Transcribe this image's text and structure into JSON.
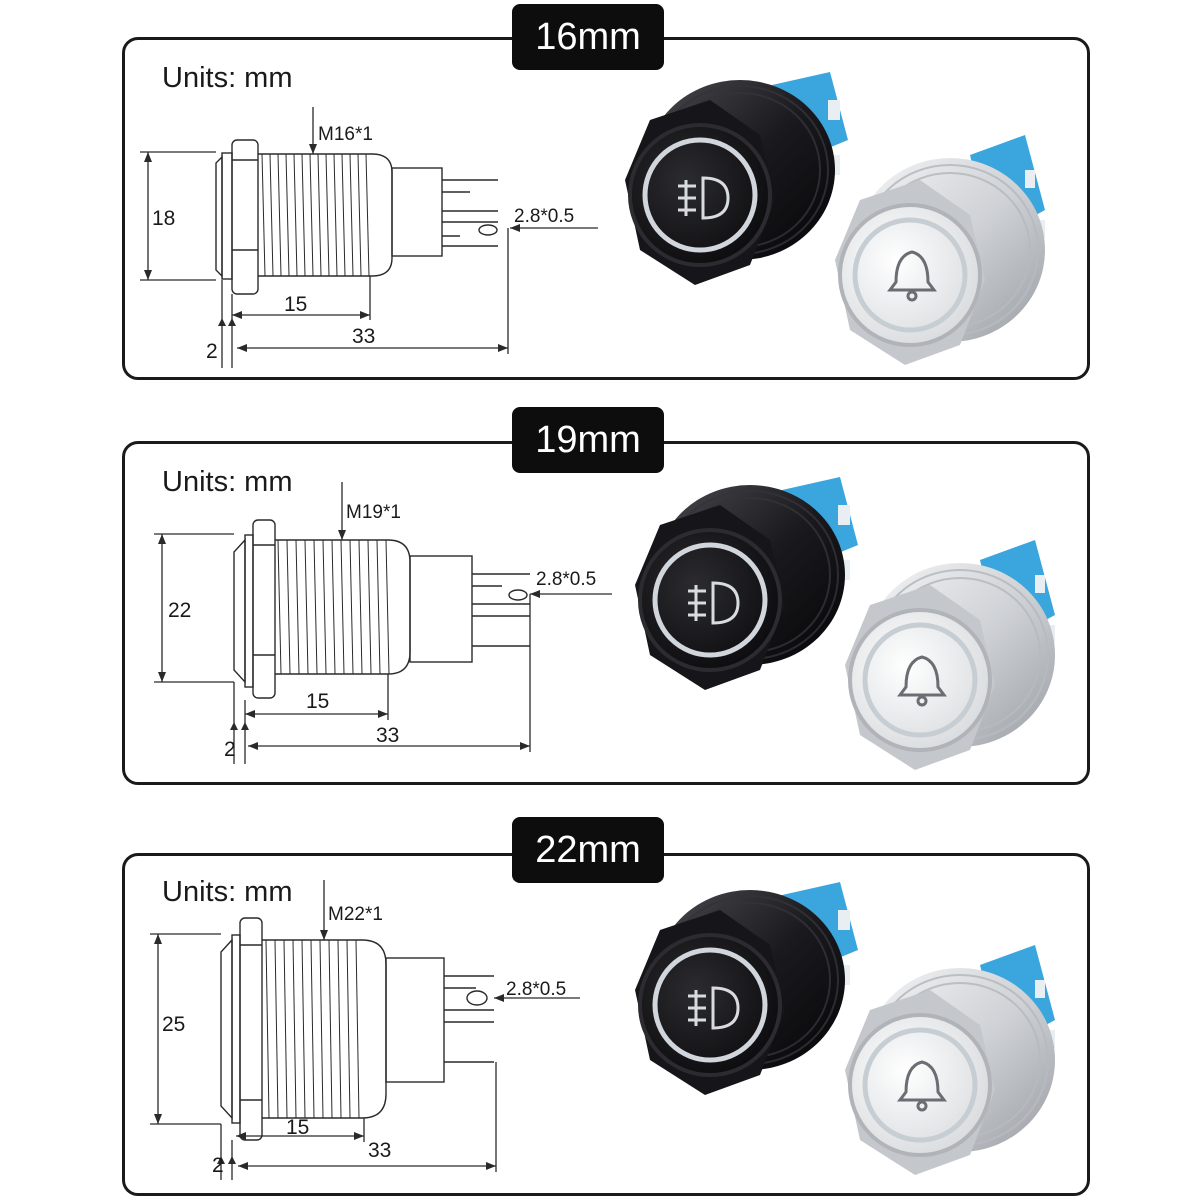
{
  "sizes": [
    {
      "badge": "16mm",
      "units": "Units: mm",
      "thread": "M16*1",
      "diameter": "18",
      "pin": "2.8*0.5",
      "thread_len": "15",
      "total_len": "33",
      "flange": "2"
    },
    {
      "badge": "19mm",
      "units": "Units: mm",
      "thread": "M19*1",
      "diameter": "22",
      "pin": "2.8*0.5",
      "thread_len": "15",
      "total_len": "33",
      "flange": "2"
    },
    {
      "badge": "22mm",
      "units": "Units: mm",
      "thread": "M22*1",
      "diameter": "25",
      "pin": "2.8*0.5",
      "thread_len": "15",
      "total_len": "33",
      "flange": "2"
    }
  ],
  "photo_icons": {
    "black_switch": "fog-light-icon",
    "silver_switch": "bell-icon"
  },
  "colors": {
    "terminal_blue": "#3aa6dd",
    "ring_light": "#d0d6dc",
    "black_body": "#1a1a1e",
    "silver_body": "#cfd2d6",
    "badge_bg": "#0d0d0d"
  }
}
